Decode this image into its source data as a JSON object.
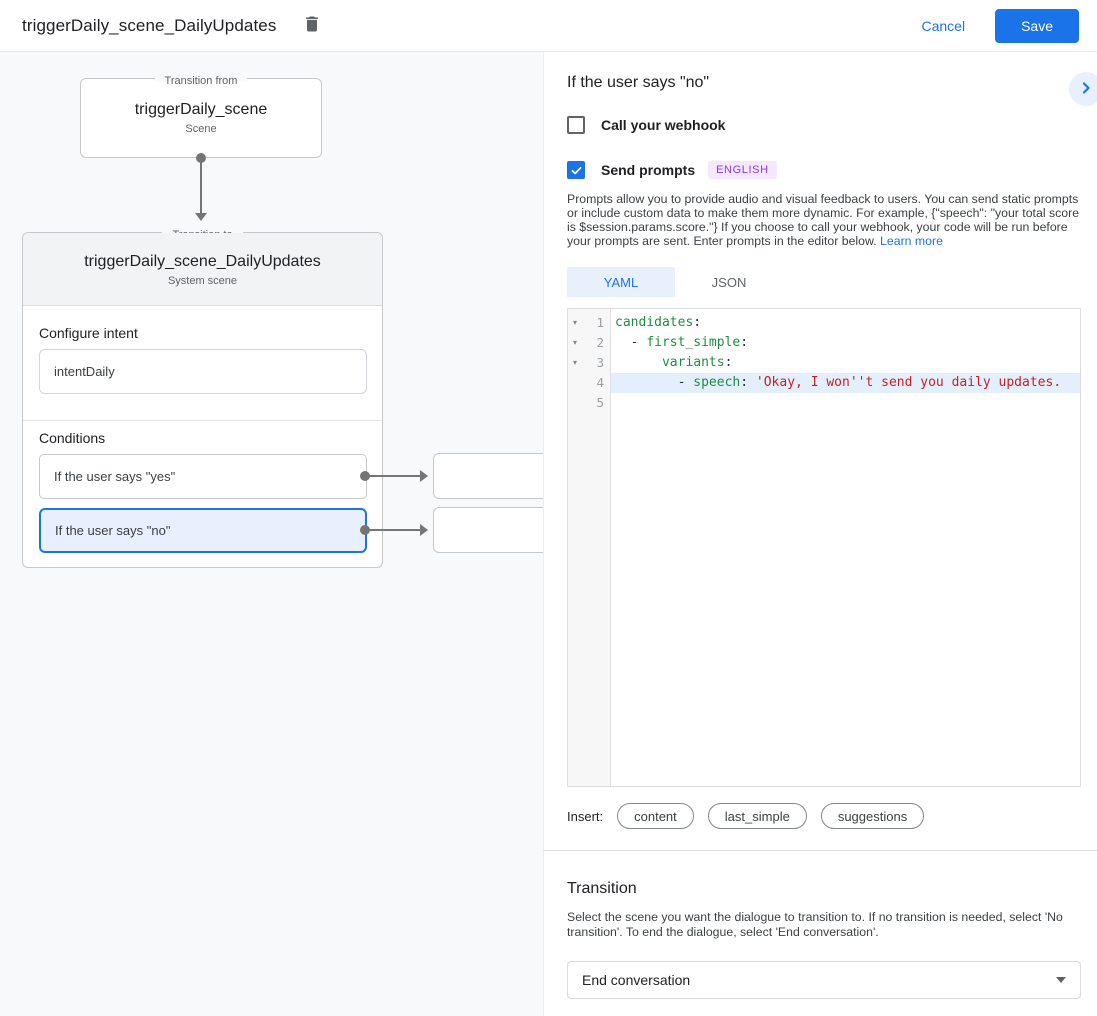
{
  "colors": {
    "accent_blue": "#1a73e8",
    "selection_bg": "#e8f0fe",
    "graph_bg": "#f8f9fa",
    "code_key_green": "#1e8e3e",
    "code_string_red": "#c5221f",
    "badge_purple": "#9334e6"
  },
  "header": {
    "title": "triggerDaily_scene_DailyUpdates",
    "cancel_label": "Cancel",
    "save_label": "Save"
  },
  "graph": {
    "from_box": {
      "legend": "Transition from",
      "title": "triggerDaily_scene",
      "subtitle": "Scene"
    },
    "to_box": {
      "legend": "Transition to",
      "title": "triggerDaily_scene_DailyUpdates",
      "subtitle": "System scene",
      "intent_label": "Configure intent",
      "intent_value": "intentDaily",
      "conditions_label": "Conditions",
      "conditions": [
        {
          "label": "If the user says \"yes\"",
          "selected": false
        },
        {
          "label": "If the user says \"no\"",
          "selected": true
        }
      ]
    }
  },
  "panel": {
    "title": "If the user says \"no\"",
    "webhook_label": "Call your webhook",
    "prompts_label": "Send prompts",
    "language_badge": "ENGLISH",
    "description": "Prompts allow you to provide audio and visual feedback to users. You can send static prompts or include custom data to make them more dynamic. For example, {\"speech\": \"your total score is $session.params.score.\"} If you choose to call your webhook, your code will be run before your prompts are sent. Enter prompts in the editor below. ",
    "learn_more_label": "Learn more",
    "tabs": [
      {
        "label": "YAML",
        "active": true
      },
      {
        "label": "JSON",
        "active": false
      }
    ],
    "editor": {
      "lines": [
        {
          "num": "1",
          "fold": true,
          "highlight": false,
          "tokens": [
            [
              "key",
              "candidates"
            ],
            [
              "punc",
              ":"
            ]
          ]
        },
        {
          "num": "2",
          "fold": true,
          "highlight": false,
          "tokens": [
            [
              "plain",
              "  "
            ],
            [
              "punc",
              "- "
            ],
            [
              "key",
              "first_simple"
            ],
            [
              "punc",
              ":"
            ]
          ]
        },
        {
          "num": "3",
          "fold": true,
          "highlight": false,
          "tokens": [
            [
              "plain",
              "      "
            ],
            [
              "key",
              "variants"
            ],
            [
              "punc",
              ":"
            ]
          ]
        },
        {
          "num": "4",
          "fold": false,
          "highlight": true,
          "tokens": [
            [
              "plain",
              "        "
            ],
            [
              "punc",
              "- "
            ],
            [
              "key",
              "speech"
            ],
            [
              "punc",
              ":"
            ],
            [
              "plain",
              " "
            ],
            [
              "string",
              "'Okay, I won''t send you daily updates."
            ]
          ]
        },
        {
          "num": "5",
          "fold": false,
          "highlight": false,
          "tokens": []
        }
      ]
    },
    "insert_label": "Insert:",
    "insert_chips": [
      "content",
      "last_simple",
      "suggestions"
    ],
    "transition": {
      "heading": "Transition",
      "description": "Select the scene you want the dialogue to transition to. If no transition is needed, select 'No transition'. To end the dialogue, select 'End conversation'.",
      "selected_value": "End conversation"
    }
  }
}
